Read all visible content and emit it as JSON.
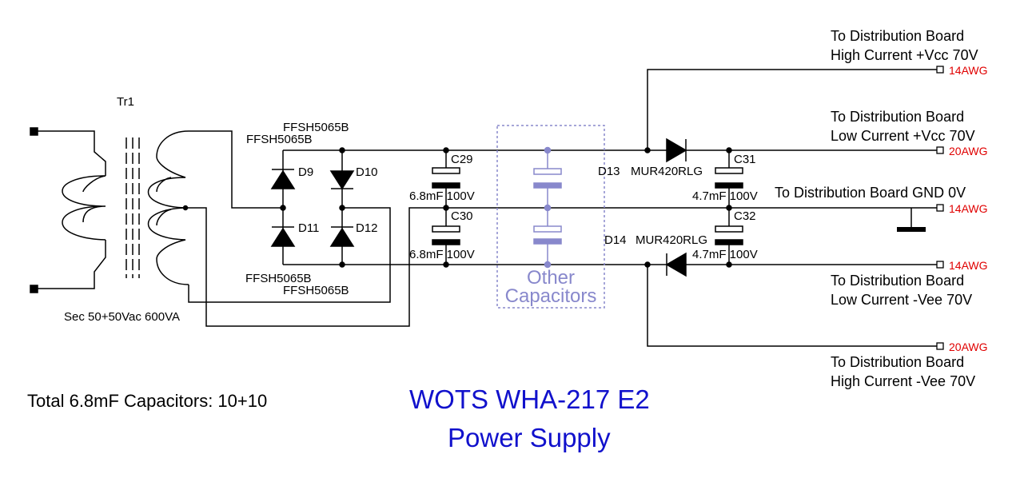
{
  "transformer": {
    "ref": "Tr1",
    "spec": "Sec 50+50Vac 600VA"
  },
  "bridge": {
    "part_top_1": "FFSH5065B",
    "part_top_2": "FFSH5065B",
    "part_bottom_1": "FFSH5065B",
    "part_bottom_2": "FFSH5065B",
    "d9": "D9",
    "d10": "D10",
    "d11": "D11",
    "d12": "D12"
  },
  "capacitors": {
    "c29": "C29",
    "c29_value": "6.8mF 100V",
    "c30": "C30",
    "c30_value": "6.8mF 100V",
    "c31": "C31",
    "c31_value": "4.7mF 100V",
    "c32": "C32",
    "c32_value": "4.7mF 100V",
    "other_line1": "Other",
    "other_line2": "Capacitors"
  },
  "diodes": {
    "d13": "D13",
    "d13_part": "MUR420RLG",
    "d14": "D14",
    "d14_part": "MUR420RLG"
  },
  "outputs": [
    {
      "line1": "To Distribution Board",
      "line2": "High Current +Vcc 70V",
      "awg": "14AWG"
    },
    {
      "line1": "To Distribution Board",
      "line2": "Low Current +Vcc 70V",
      "awg": "20AWG"
    },
    {
      "line1": "To Distribution Board GND 0V",
      "line2": "",
      "awg": "14AWG"
    },
    {
      "line1": "To Distribution Board",
      "line2": "Low Current -Vee 70V",
      "awg": "14AWG"
    },
    {
      "line1": "To Distribution Board",
      "line2": "High Current -Vee 70V",
      "awg": "20AWG"
    }
  ],
  "notes": {
    "total": "Total 6.8mF Capacitors: 10+10",
    "title_line1": "WOTS WHA-217 E2",
    "title_line2": "Power Supply"
  },
  "colors": {
    "wire": "#000000",
    "awg": "#e00000",
    "title": "#1111cc",
    "other_caps": "#8888cc"
  }
}
